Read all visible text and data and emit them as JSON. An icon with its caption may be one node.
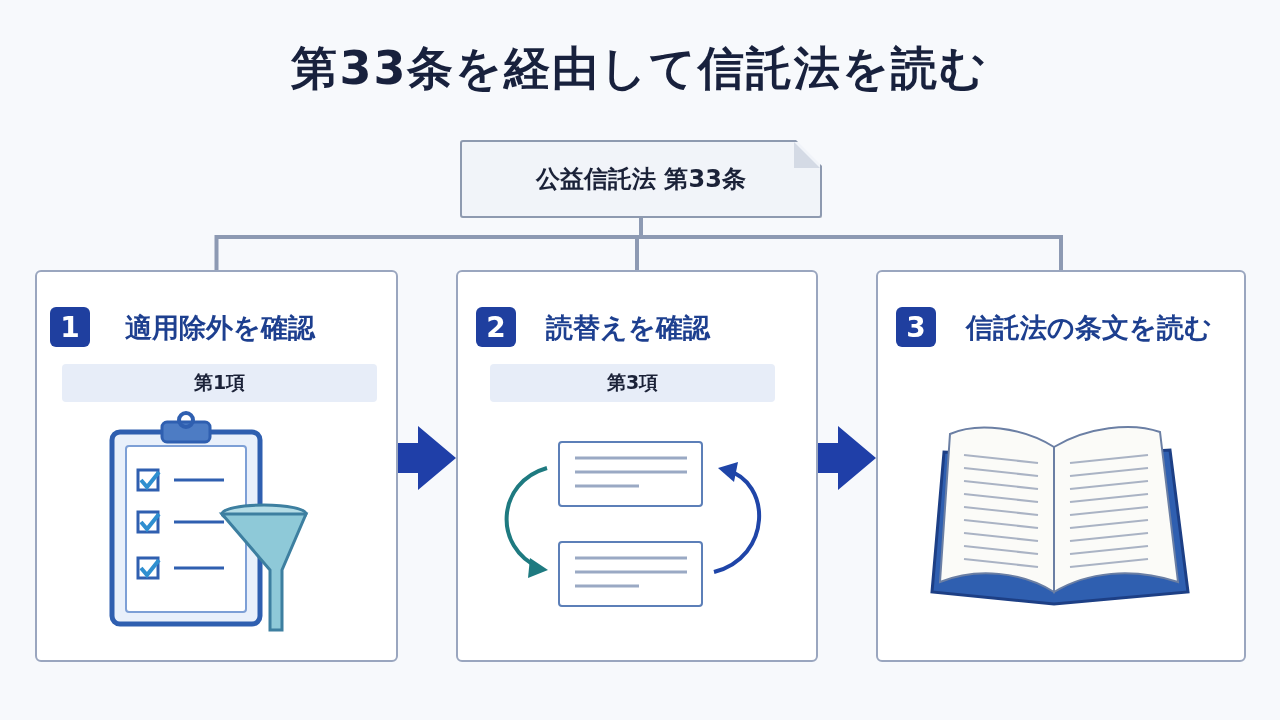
{
  "diagram": {
    "title": "第33条を経由して信託法を読む",
    "nodes": [
      {
        "text": [
          "公益信託法 第33条"
        ]
      },
      {
        "text": [
          "適用除外を確認"
        ]
      },
      {
        "text": [
          "1"
        ],
        "in": 1
      },
      {
        "text": [
          "第1項"
        ],
        "in": 1
      },
      {
        "text": [
          "読替えを確認"
        ]
      },
      {
        "text": [
          "2"
        ],
        "in": 4
      },
      {
        "text": [
          "第3項"
        ],
        "in": 4
      },
      {
        "text": [
          "信託法の条文を読む"
        ]
      },
      {
        "text": [
          "3"
        ],
        "in": 7
      }
    ],
    "edges": [
      {
        "from": 0,
        "to": 1,
        "arrow": "none"
      },
      {
        "from": 0,
        "to": 4,
        "arrow": "none"
      },
      {
        "from": 0,
        "to": 7,
        "arrow": "none"
      },
      {
        "from": 1,
        "to": 4,
        "arrow": "to",
        "style": "thick",
        "color": "#1f3fa8"
      },
      {
        "from": 4,
        "to": 7,
        "arrow": "to",
        "style": "thick",
        "color": "#1f3fa8"
      }
    ]
  }
}
